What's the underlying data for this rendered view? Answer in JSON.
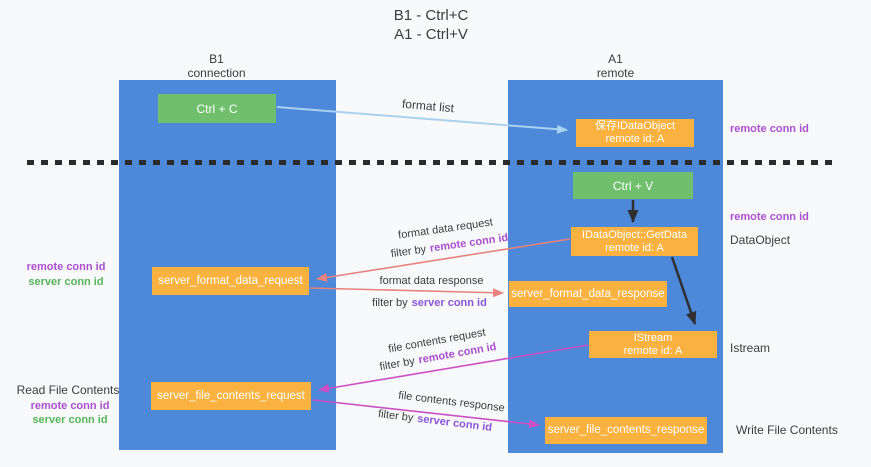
{
  "title": {
    "line1": "B1 - Ctrl+C",
    "line2": "A1 - Ctrl+V"
  },
  "lifelines": {
    "b1": {
      "name": "B1",
      "role": "connection"
    },
    "a1": {
      "name": "A1",
      "role": "remote"
    }
  },
  "boxes": {
    "ctrl_c": {
      "label": "Ctrl + C"
    },
    "ctrl_v": {
      "label": "Ctrl + V"
    },
    "save_dataobject": {
      "line1": "保存IDataObject",
      "line2": "remote id: A"
    },
    "idataobject_getdata": {
      "line1": "IDataObject::GetData",
      "line2": "remote id: A"
    },
    "istream": {
      "line1": "IStream",
      "line2": "remote id: A"
    },
    "server_format_data_request": {
      "label": "server_format_data_request"
    },
    "server_format_data_response": {
      "label": "server_format_data_response"
    },
    "server_file_contents_request": {
      "label": "server_file_contents_request"
    },
    "server_file_contents_response": {
      "label": "server_file_contents_response"
    }
  },
  "arrow_labels": {
    "format_list": "format list",
    "format_data_request": "format data request",
    "format_data_response": "format data response",
    "file_contents_request": "file contents request",
    "file_contents_response": "file contents response",
    "filter_by": "filter by",
    "remote_conn_id": "remote conn id",
    "server_conn_id": "server conn id"
  },
  "side_labels": {
    "left": {
      "remote_conn_id": "remote conn id",
      "server_conn_id": "server conn id",
      "read_file_contents": "Read File Contents"
    },
    "right": {
      "remote_conn_id_1": "remote conn id",
      "remote_conn_id_2": "remote conn id",
      "dataobject": "DataObject",
      "istream": "Istream",
      "write_file_contents": "Write File Contents"
    }
  },
  "colors": {
    "lifeline_blue": "#4d88d9",
    "box_green": "#6fbf6d",
    "box_orange": "#f9b23f",
    "arrow_light_blue": "#a9d2f0",
    "arrow_salmon": "#e8827e",
    "arrow_magenta": "#cc4fc4",
    "arrow_black": "#2f2f2f",
    "remote_conn_id_text": "#ab4fd0",
    "server_conn_id_green_text": "#56b45a",
    "server_conn_id_violet_text": "#8a55d8",
    "divider_black": "#2b2b2b"
  }
}
